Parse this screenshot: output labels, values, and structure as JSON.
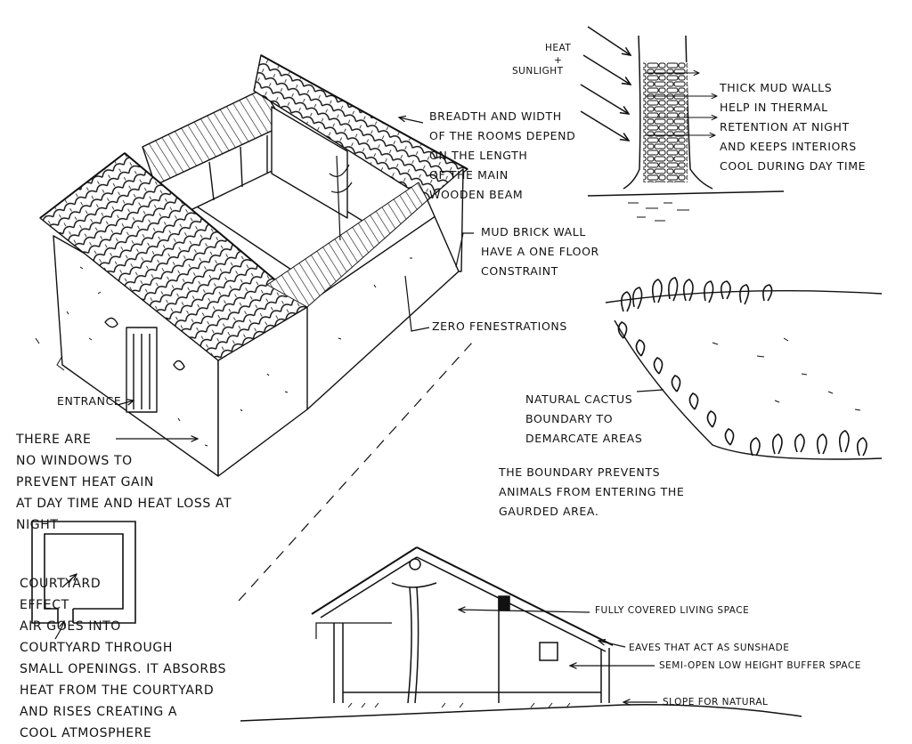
{
  "annotations": {
    "breadth": "BREADTH AND WIDTH\nOF THE ROOMS DEPEND\nON THE LENGTH\nOF THE MAIN\nWOODEN BEAM",
    "mud_brick": "MUD BRICK WALL\nHAVE A ONE FLOOR\nCONSTRAINT",
    "zero_fen": "ZERO FENESTRATIONS",
    "entrance": "ENTRANCE",
    "no_windows": "THERE ARE\nNO WINDOWS TO\nPREVENT HEAT GAIN\nAT DAY TIME AND HEAT LOSS AT\nNIGHT",
    "heat_a": "HEAT",
    "heat_b": "+",
    "heat_c": "SUNLIGHT",
    "thick_walls": "THICK MUD WALLS\nHELP IN THERMAL\nRETENTION AT NIGHT\nAND KEEPS INTERIORS\nCOOL DURING DAY TIME",
    "cactus": "NATURAL CACTUS\nBOUNDARY TO\nDEMARCATE AREAS",
    "boundary": "THE BOUNDARY PREVENTS\nANIMALS FROM ENTERING THE\nGAURDED AREA.",
    "courtyard": "COURTYARD\nEFFECT\nAIR GOES INTO\nCOURTYARD THROUGH\nSMALL OPENINGS. IT ABSORBS\nHEAT FROM THE COURTYARD\nAND RISES CREATING A\nCOOL ATMOSPHERE",
    "fully_covered": "FULLY COVERED LIVING SPACE",
    "eaves": "EAVES THAT ACT AS SUNSHADE",
    "semi_open": "SEMI-OPEN LOW HEIGHT BUFFER SPACE",
    "slope": "SLOPE FOR NATURAL"
  },
  "colors": {
    "ink": "#111111",
    "paper": "#ffffff"
  }
}
